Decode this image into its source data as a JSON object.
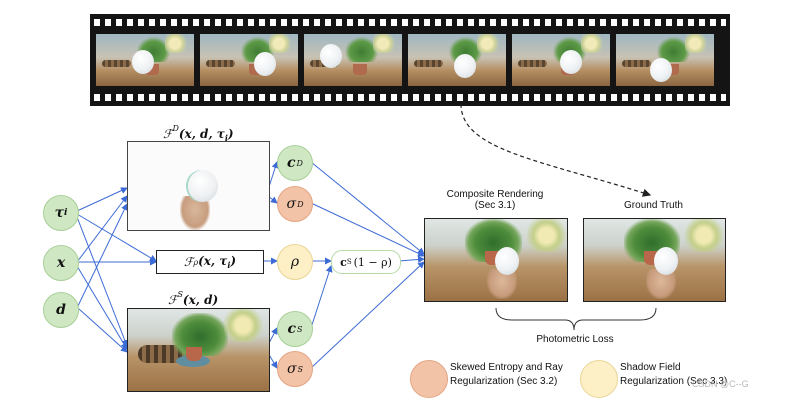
{
  "film": {
    "frames": 6
  },
  "inputs": {
    "tau": {
      "symbol": "τ",
      "sub": "i"
    },
    "x": {
      "symbol": "x"
    },
    "d": {
      "symbol": "d"
    }
  },
  "networks": {
    "dynamic": {
      "F": "ℱ",
      "sup": "D",
      "args": "(x, d, τ",
      "argsub": "i",
      "close": ")"
    },
    "rho": {
      "F": "ℱ",
      "sup": "ρ",
      "args": "(x, τ",
      "argsub": "i",
      "close": ")"
    },
    "static": {
      "F": "ℱ",
      "sup": "S",
      "args": "(x, d)"
    }
  },
  "outputs": {
    "cD": {
      "symbol": "c",
      "sup": "D"
    },
    "sigmaD": {
      "symbol": "σ",
      "sup": "D"
    },
    "rho": {
      "symbol": "ρ"
    },
    "cS": {
      "symbol": "c",
      "sup": "S"
    },
    "sigmaS": {
      "symbol": "σ",
      "sup": "S"
    }
  },
  "composite_term": {
    "c": "c",
    "sup": "S",
    "rest": "(1 − ρ)"
  },
  "labels": {
    "composite": "Composite Rendering",
    "composite_sec": "(Sec 3.1)",
    "ground_truth": "Ground Truth",
    "photometric_loss": "Photometric Loss"
  },
  "legend": {
    "skewed_line1": "Skewed Entropy and Ray",
    "skewed_line2": "Regularization (Sec 3.2)",
    "shadow_line1": "Shadow Field",
    "shadow_line2": "Regularization (Sec 3.3)"
  },
  "watermark": "CSDN @C--G",
  "colors": {
    "green": "#cfe8c3",
    "orange": "#f3c3a7",
    "yellow": "#fdf0c6",
    "arrow": "#3d6bd6"
  }
}
